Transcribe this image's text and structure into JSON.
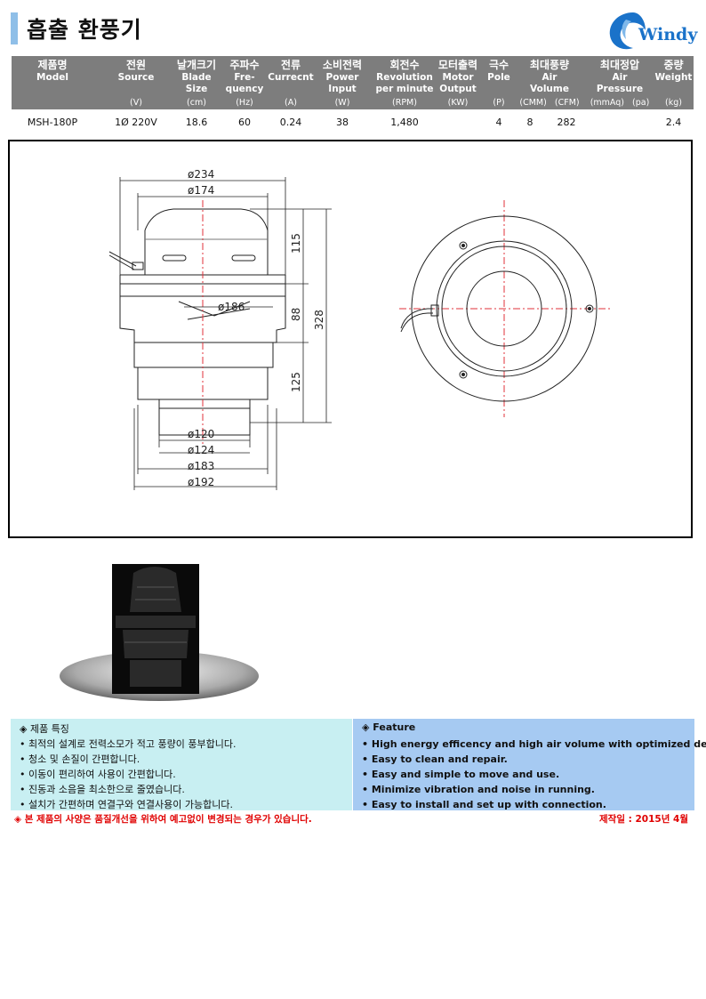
{
  "title": "흡출 환풍기",
  "brand": "Windy",
  "headers": [
    {
      "ko": "제품명",
      "en": "Model",
      "unit": ""
    },
    {
      "ko": "전원",
      "en": "Source",
      "unit": "(V)"
    },
    {
      "ko": "날개크기",
      "en": "Blade Size",
      "unit": "(cm)"
    },
    {
      "ko": "주파수",
      "en": "Fre- quency",
      "unit": "(Hz)"
    },
    {
      "ko": "전류",
      "en": "Currecnt",
      "unit": "(A)"
    },
    {
      "ko": "소비전력",
      "en": "Power Input",
      "unit": "(W)"
    },
    {
      "ko": "회전수",
      "en": "Revolution per minute",
      "unit": "(RPM)"
    },
    {
      "ko": "모터출력",
      "en": "Motor Output",
      "unit": "(KW)"
    },
    {
      "ko": "극수",
      "en": "Pole",
      "unit": "(P)"
    },
    {
      "ko": "최대풍량",
      "en": "Air Volume",
      "unit": "(CMM)   (CFM)"
    },
    {
      "ko": "최대정압",
      "en": "Air Pressure",
      "unit": "(mmAq)   (pa)"
    },
    {
      "ko": "중량",
      "en": "Weight",
      "unit": "(kg)"
    }
  ],
  "row": {
    "model": "MSH-180P",
    "source": "1Ø 220V",
    "blade": "18.6",
    "freq": "60",
    "current": "0.24",
    "power": "38",
    "rpm": "1,480",
    "motor": "",
    "pole": "4",
    "cmm": "8",
    "cfm": "282",
    "mmaq": "",
    "pa": "",
    "weight": "2.4"
  },
  "dims": {
    "d234": "ø234",
    "d174": "ø174",
    "d186": "ø186",
    "d120": "ø120",
    "d124": "ø124",
    "d183": "ø183",
    "d192": "ø192",
    "h115": "115",
    "h88": "88",
    "h125": "125",
    "h328": "328"
  },
  "features_ko": {
    "title": "◈ 제품 특징",
    "items": [
      "• 최적의 설계로 전력소모가 적고 풍량이 풍부합니다.",
      "• 청소 및 손질이 간편합니다.",
      "• 이동이 편리하여 사용이  간편합니다.",
      "• 진동과 소음을 최소한으로 줄였습니다.",
      "• 설치가  간편하며 연결구와 연결사용이 가능합니다."
    ]
  },
  "features_en": {
    "title": "◈ Feature",
    "items": [
      "• High energy efficency and high air volume with optimized design.",
      "• Easy to clean and repair.",
      "• Easy and simple to move and use.",
      "• Minimize vibration and noise in running.",
      "• Easy to install and set up with connection."
    ]
  },
  "notice": "◈ 본 제품의 사양은 품질개선을 위하여 예고없이 변경되는 경우가 있습니다.",
  "made_date": "제작일 : 2015년 4월",
  "colors": {
    "header_bg": "#7d7d7d",
    "feature_ko_bg": "#c8eff2",
    "feature_en_bg": "#a6caf2",
    "notice": "#e00000",
    "brand_blue": "#1a72c9"
  }
}
